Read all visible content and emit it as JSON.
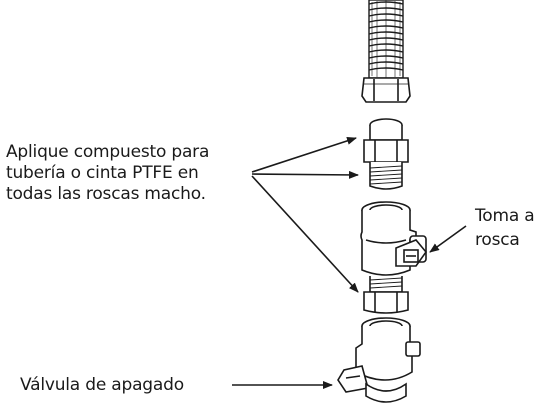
{
  "diagram": {
    "callouts": {
      "thread_sealant": {
        "lines": [
          "Aplique compuesto para",
          "tubería o cinta PTFE en",
          "todas las roscas macho."
        ]
      },
      "threaded_tap": {
        "lines": [
          "Toma a",
          "rosca"
        ]
      },
      "shutoff_valve": {
        "text": "Válvula de apagado"
      }
    },
    "components": [
      {
        "id": "braided-hose",
        "icon": "braided-supply-hose"
      },
      {
        "id": "hose-nut",
        "icon": "hex-coupling-nut"
      },
      {
        "id": "upper-nipple",
        "icon": "threaded-nipple"
      },
      {
        "id": "tee-fitting",
        "icon": "tee-fitting-with-plug"
      },
      {
        "id": "lower-nipple",
        "icon": "threaded-nipple"
      },
      {
        "id": "shutoff-valve",
        "icon": "shutoff-valve"
      }
    ],
    "colors": {
      "line": "#1a1a1a",
      "fill": "#ffffff"
    }
  }
}
